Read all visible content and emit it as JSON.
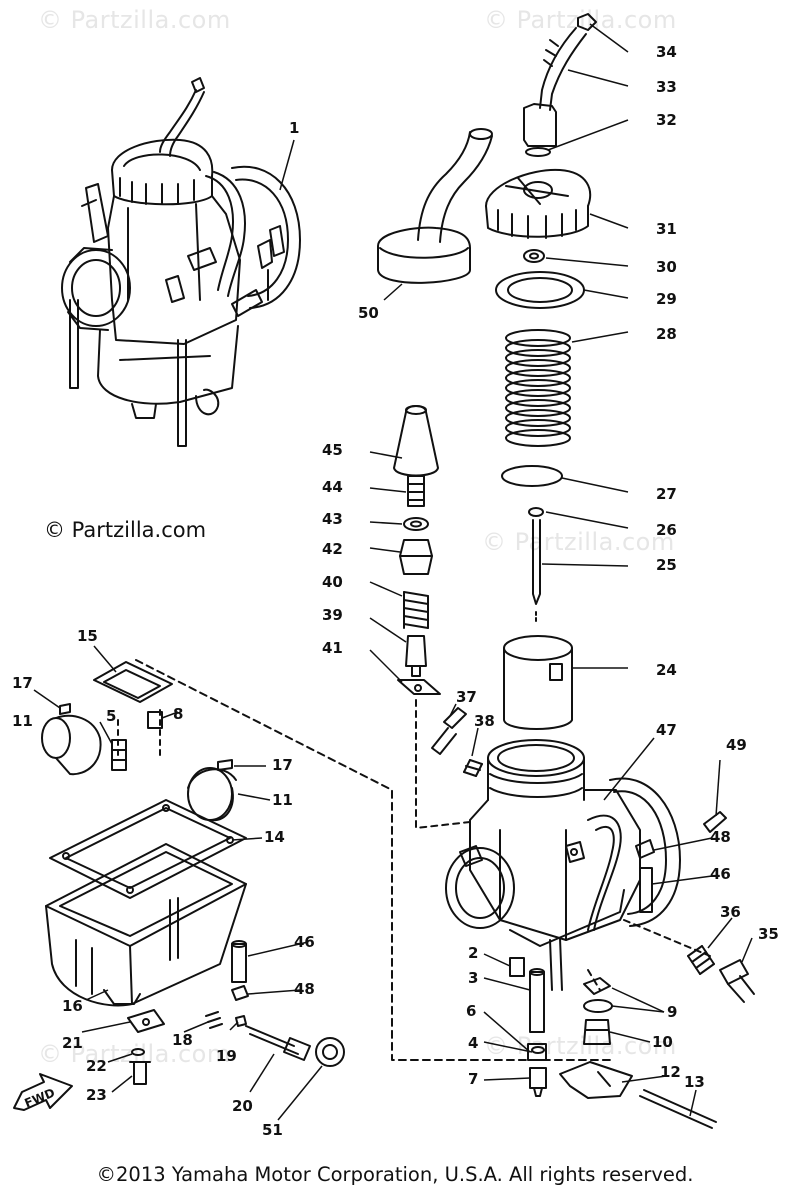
{
  "watermarks": {
    "faint": "© Partzilla.com",
    "dark": "© Partzilla.com"
  },
  "copyright": "©2013  Yamaha Motor Corporation, U.S.A. All rights reserved.",
  "fwd_arrow_label": "FWD",
  "callouts": [
    {
      "id": "1",
      "label": "1"
    },
    {
      "id": "2",
      "label": "2"
    },
    {
      "id": "3",
      "label": "3"
    },
    {
      "id": "4",
      "label": "4"
    },
    {
      "id": "5",
      "label": "5"
    },
    {
      "id": "6",
      "label": "6"
    },
    {
      "id": "7",
      "label": "7"
    },
    {
      "id": "8",
      "label": "8"
    },
    {
      "id": "9",
      "label": "9"
    },
    {
      "id": "10",
      "label": "10"
    },
    {
      "id": "11a",
      "label": "11"
    },
    {
      "id": "11b",
      "label": "11"
    },
    {
      "id": "12",
      "label": "12"
    },
    {
      "id": "13",
      "label": "13"
    },
    {
      "id": "14",
      "label": "14"
    },
    {
      "id": "15",
      "label": "15"
    },
    {
      "id": "16",
      "label": "16"
    },
    {
      "id": "17a",
      "label": "17"
    },
    {
      "id": "17b",
      "label": "17"
    },
    {
      "id": "18",
      "label": "18"
    },
    {
      "id": "19",
      "label": "19"
    },
    {
      "id": "20",
      "label": "20"
    },
    {
      "id": "21",
      "label": "21"
    },
    {
      "id": "22",
      "label": "22"
    },
    {
      "id": "23",
      "label": "23"
    },
    {
      "id": "24",
      "label": "24"
    },
    {
      "id": "25",
      "label": "25"
    },
    {
      "id": "26",
      "label": "26"
    },
    {
      "id": "27",
      "label": "27"
    },
    {
      "id": "28",
      "label": "28"
    },
    {
      "id": "29",
      "label": "29"
    },
    {
      "id": "30",
      "label": "30"
    },
    {
      "id": "31",
      "label": "31"
    },
    {
      "id": "32",
      "label": "32"
    },
    {
      "id": "33",
      "label": "33"
    },
    {
      "id": "34",
      "label": "34"
    },
    {
      "id": "35",
      "label": "35"
    },
    {
      "id": "36a",
      "label": "36"
    },
    {
      "id": "36b",
      "label": "36"
    },
    {
      "id": "37",
      "label": "37"
    },
    {
      "id": "38",
      "label": "38"
    },
    {
      "id": "39",
      "label": "39"
    },
    {
      "id": "40",
      "label": "40"
    },
    {
      "id": "41",
      "label": "41"
    },
    {
      "id": "42",
      "label": "42"
    },
    {
      "id": "43",
      "label": "43"
    },
    {
      "id": "44",
      "label": "44"
    },
    {
      "id": "45",
      "label": "45"
    },
    {
      "id": "46a",
      "label": "46"
    },
    {
      "id": "46b",
      "label": "46"
    },
    {
      "id": "47",
      "label": "47"
    },
    {
      "id": "48a",
      "label": "48"
    },
    {
      "id": "48b",
      "label": "48"
    },
    {
      "id": "49",
      "label": "49"
    },
    {
      "id": "50",
      "label": "50"
    },
    {
      "id": "51",
      "label": "51"
    }
  ]
}
